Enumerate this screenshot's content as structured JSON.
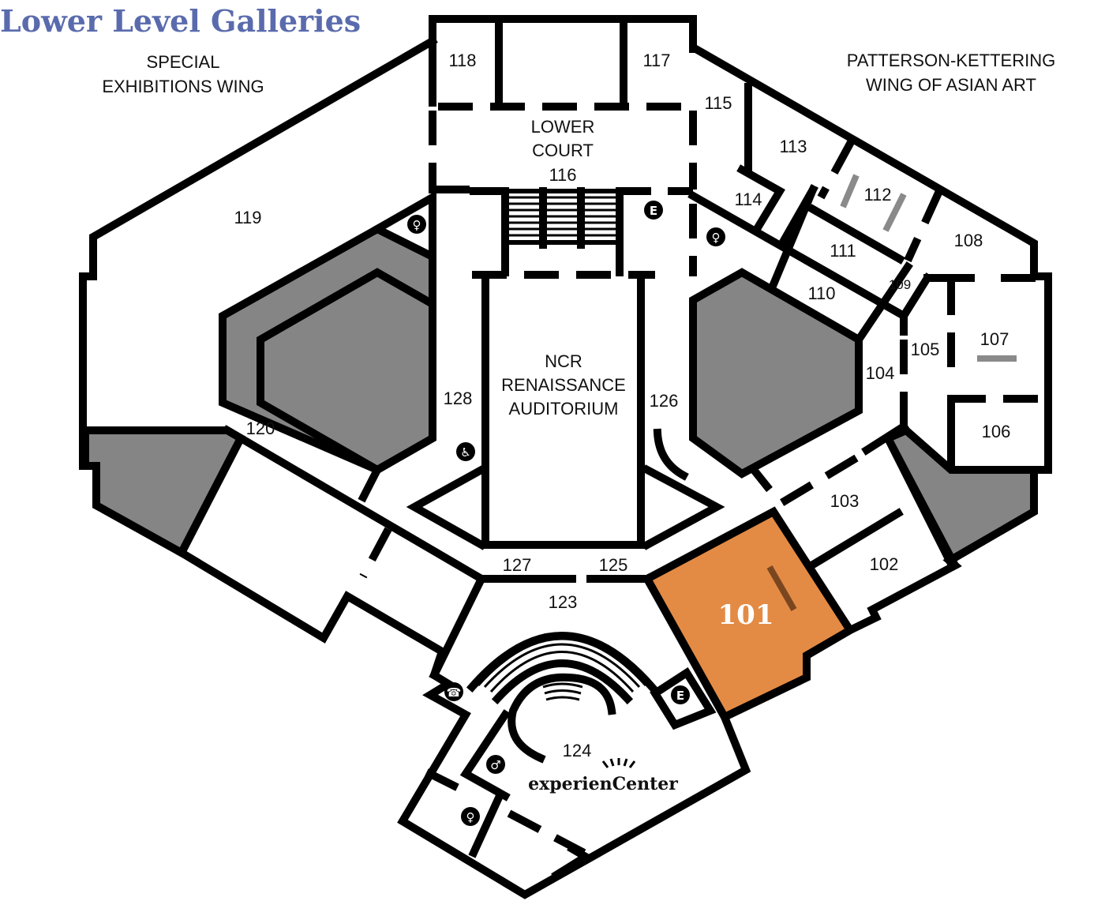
{
  "title": "Lower Level Galleries",
  "wings": {
    "special_line1": "SPECIAL",
    "special_line2": "EXHIBITIONS WING",
    "asian_line1": "PATTERSON-KETTERING",
    "asian_line2": "WING OF ASIAN ART"
  },
  "areas": {
    "lower_court_line1": "LOWER",
    "lower_court_line2": "COURT",
    "lower_court_number": "116",
    "auditorium_line1": "NCR",
    "auditorium_line2": "RENAISSANCE",
    "auditorium_line3": "AUDITORIUM",
    "experience_center_number": "124",
    "experience_center_brand": "experienCenter"
  },
  "highlighted_room": {
    "label": "101",
    "color": "#e38b45"
  },
  "rooms": [
    "118",
    "117",
    "115",
    "113",
    "114",
    "112",
    "111",
    "108",
    "110",
    "109",
    "107",
    "105",
    "104",
    "106",
    "119",
    "128",
    "126",
    "120",
    "103",
    "102",
    "127",
    "125",
    "123"
  ],
  "icons": {
    "elevator": "E",
    "restroom": "restroom-icon",
    "accessible": "wheelchair-icon",
    "phone": "phone-icon"
  },
  "colors": {
    "title": "#5a6bad",
    "highlight": "#e38b45",
    "shade": "#858585"
  }
}
